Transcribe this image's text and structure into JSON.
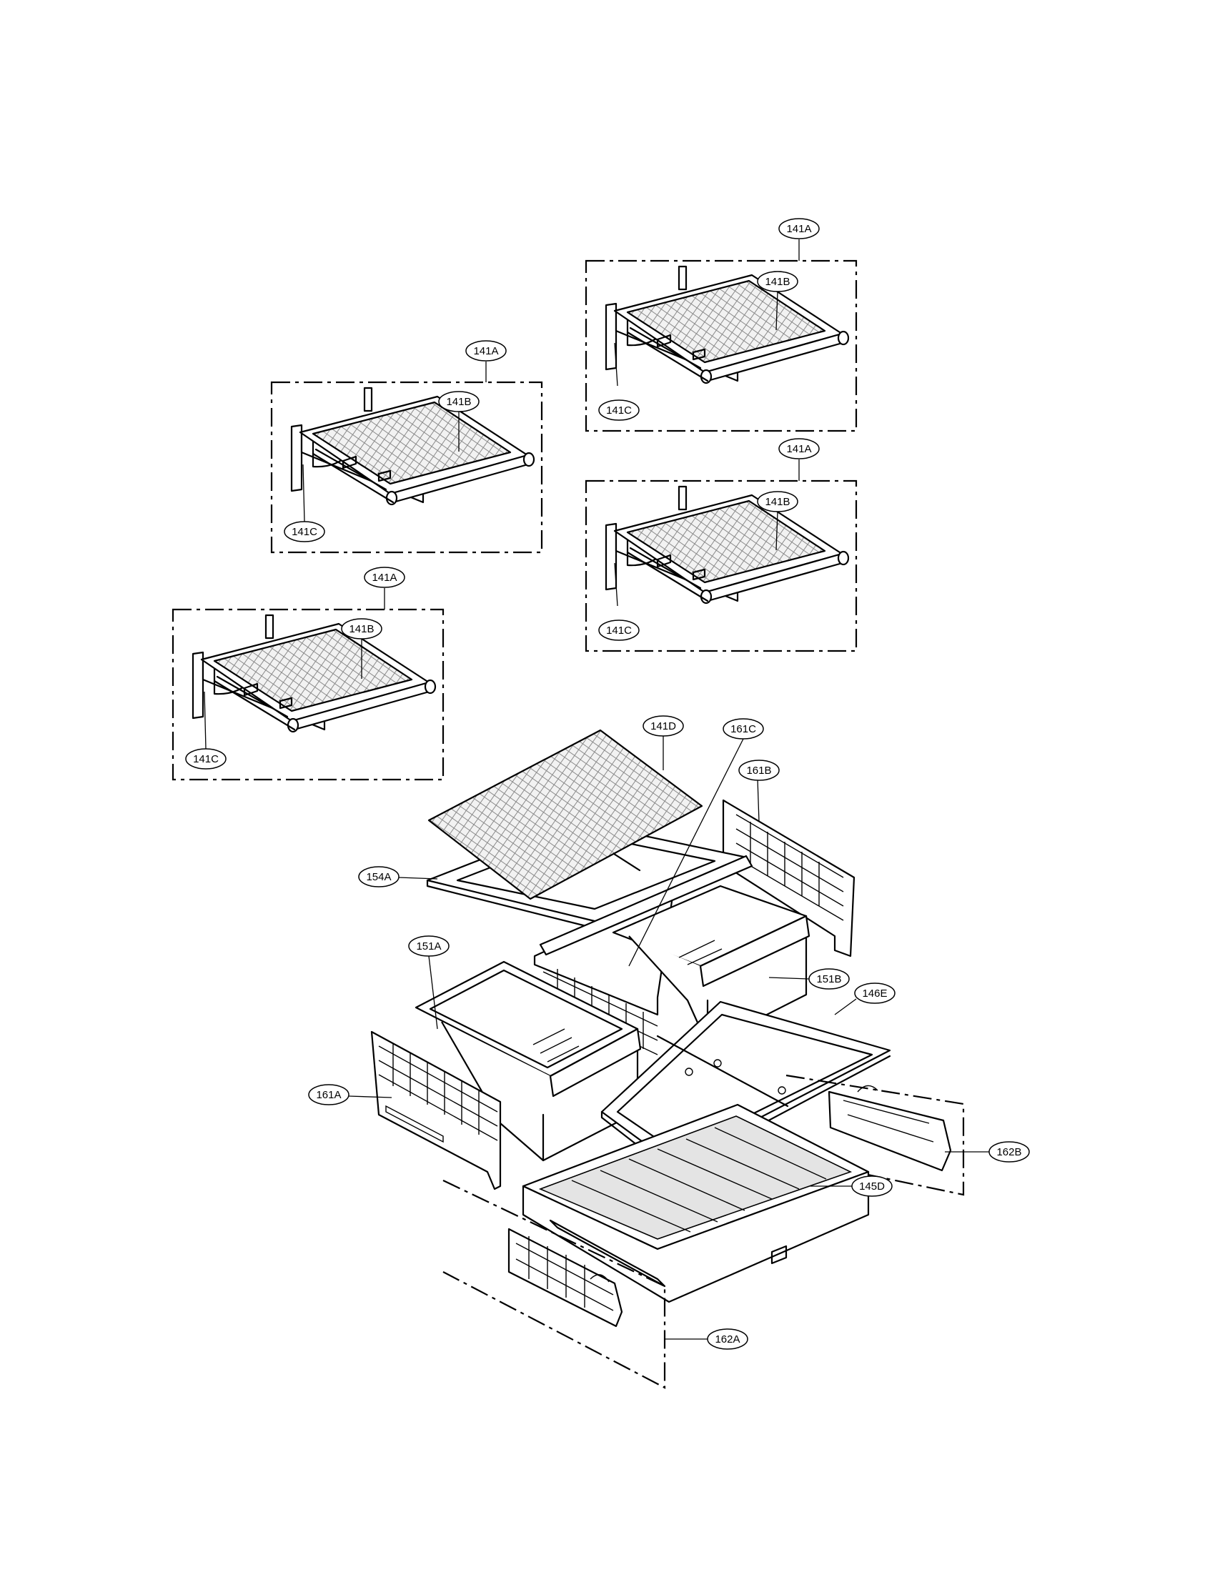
{
  "diagram": {
    "shelf_assemblies": [
      {
        "id": "shelf-1",
        "frame": "141A",
        "glass": "141B",
        "bracket": "141C"
      },
      {
        "id": "shelf-2",
        "frame": "141A",
        "glass": "141B",
        "bracket": "141C"
      },
      {
        "id": "shelf-3",
        "frame": "141A",
        "glass": "141B",
        "bracket": "141C"
      },
      {
        "id": "shelf-4",
        "frame": "141A",
        "glass": "141B",
        "bracket": "141C"
      }
    ],
    "parts": {
      "cover_glass": "141D",
      "cover_frame": "154A",
      "rail_center": "161C",
      "rail_right": "161B",
      "rail_left": "161A",
      "crisper_left": "151A",
      "crisper_right": "151B",
      "tray_cover": "146E",
      "guide_right": "162B",
      "pan_drawer": "145D",
      "guide_left": "162A"
    }
  }
}
